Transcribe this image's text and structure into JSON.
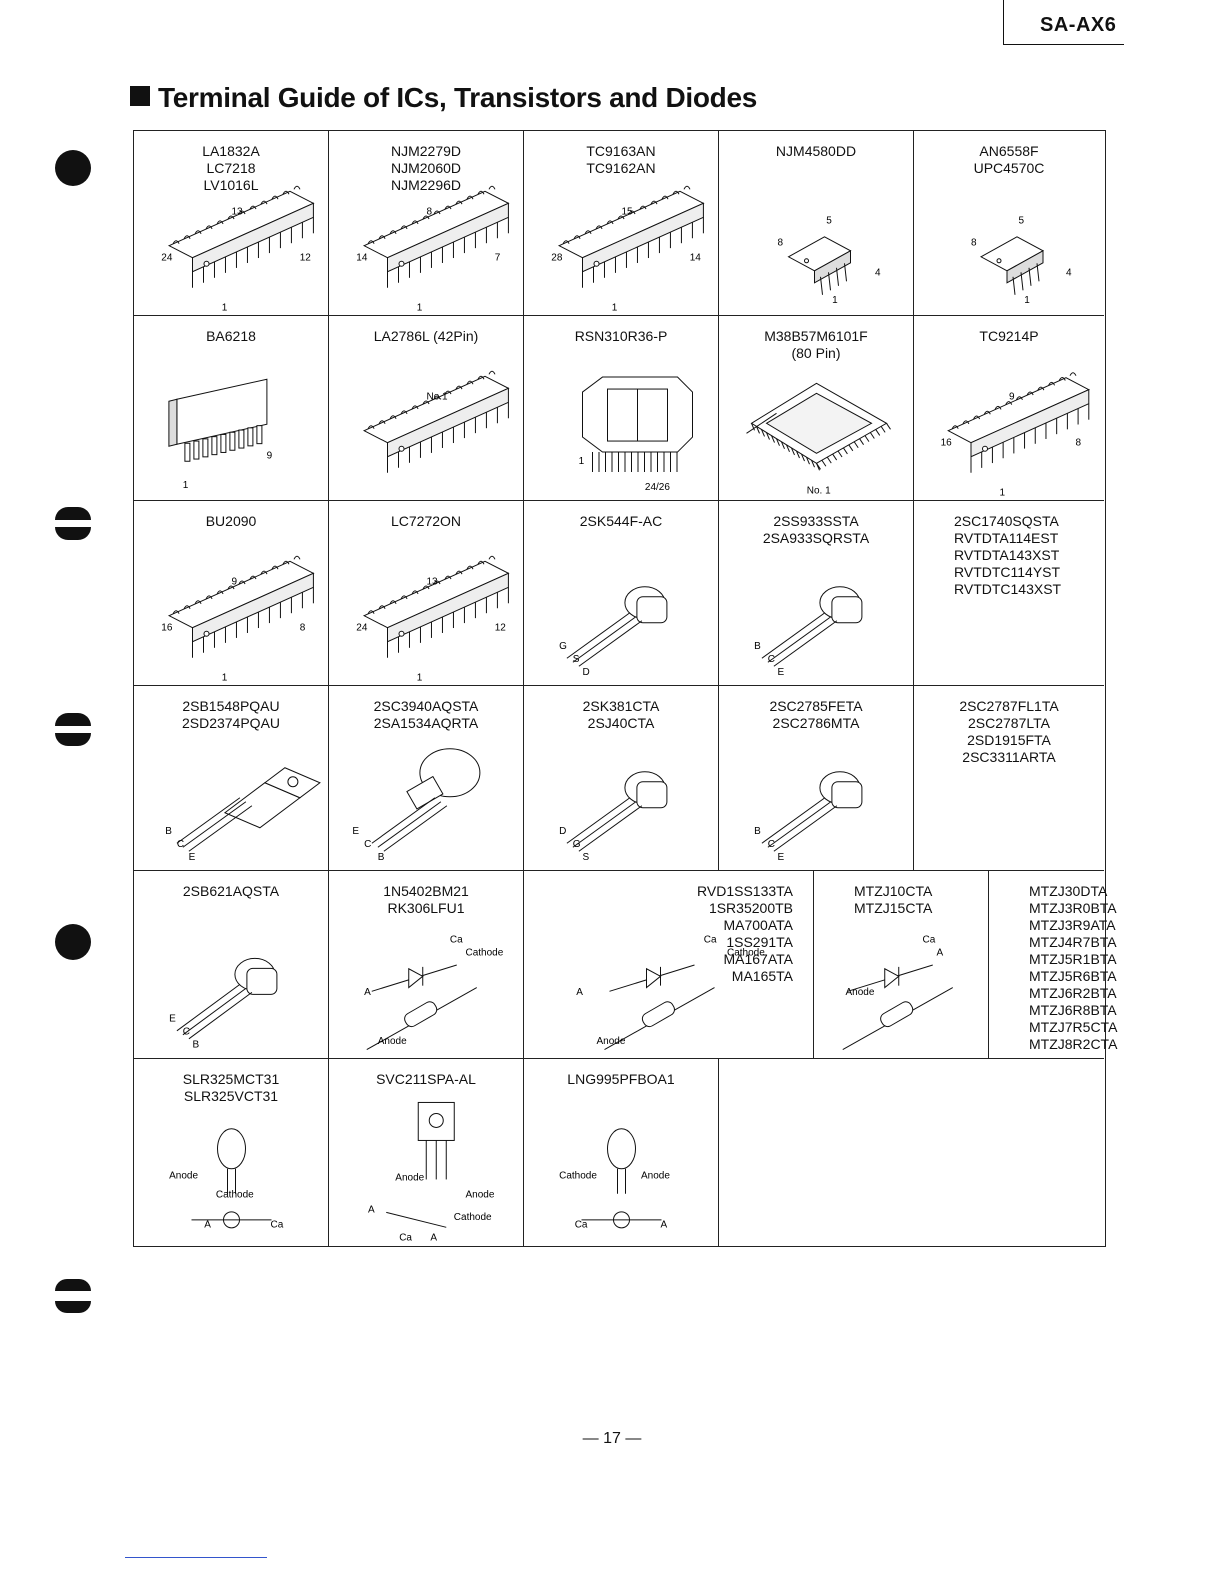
{
  "header": {
    "model": "SA-AX6",
    "title": "Terminal Guide of ICs, Transistors and Diodes"
  },
  "rows": [
    [
      {
        "label": "LA1832A\nLC7218\nLV1016L",
        "pins": [
          "13",
          "24",
          "12",
          "1"
        ]
      },
      {
        "label": "NJM2279D\nNJM2060D\nNJM2296D",
        "pins": [
          "8",
          "14",
          "7",
          "1"
        ]
      },
      {
        "label": "TC9163AN\nTC9162AN",
        "pins": [
          "15",
          "28",
          "14",
          "1"
        ]
      },
      {
        "label": "NJM4580DD",
        "pins": [
          "5",
          "8",
          "4",
          "1"
        ]
      },
      {
        "label": "AN6558F\nUPC4570C",
        "pins": [
          "5",
          "8",
          "4",
          "1"
        ]
      }
    ],
    [
      {
        "label": "BA6218",
        "pins": [
          "1",
          "9"
        ]
      },
      {
        "label": "LA2786L  (42Pin)",
        "pins": [
          "No.1"
        ]
      },
      {
        "label": "RSN310R36-P",
        "pins": [
          "1",
          "24/26"
        ]
      },
      {
        "label": "M38B57M6101F\n(80 Pin)",
        "pins": [
          "No. 1"
        ]
      },
      {
        "label": "TC9214P",
        "pins": [
          "9",
          "16",
          "8",
          "1"
        ]
      }
    ],
    [
      {
        "label": "BU2090",
        "pins": [
          "9",
          "16",
          "8",
          "1"
        ]
      },
      {
        "label": "LC7272ON",
        "pins": [
          "13",
          "24",
          "12",
          "1"
        ]
      },
      {
        "label": "2SK544F-AC",
        "pins": [
          "G",
          "S",
          "D"
        ]
      },
      {
        "label": "2SS933SSTA\n2SA933SQRSTA",
        "pins": [
          "B",
          "C",
          "E"
        ]
      },
      {
        "label": "2SC1740SQSTA\nRVTDTA114EST\nRVTDTA143XST\nRVTDTC114YST\nRVTDTC143XST"
      }
    ],
    [
      {
        "label": "2SB1548PQAU\n2SD2374PQAU",
        "pins": [
          "B",
          "C",
          "E"
        ]
      },
      {
        "label": "2SC3940AQSTA\n2SA1534AQRTA",
        "pins": [
          "E",
          "C",
          "B"
        ]
      },
      {
        "label": "2SK381CTA\n2SJ40CTA",
        "pins": [
          "D",
          "G",
          "S"
        ]
      },
      {
        "label": "2SC2785FETA\n2SC2786MTA",
        "pins": [
          "B",
          "C",
          "E"
        ]
      },
      {
        "label": "2SC2787FL1TA\n2SC2787LTA\n2SD1915FTA\n2SC3311ARTA"
      }
    ],
    [
      {
        "label": "2SB621AQSTA",
        "pins": [
          "E",
          "C",
          "B"
        ]
      },
      {
        "label": "1N5402BM21\nRK306LFU1",
        "pins": [
          "Ca",
          "Cathode",
          "A",
          "Anode"
        ]
      },
      {
        "label": "RVD1SS133TA\n1SR35200TB\nMA700ATA\n1SS291TA\nMA167ATA\nMA165TA",
        "pins": [
          "Ca",
          "Cathode",
          "A",
          "Anode"
        ]
      },
      {
        "label": "MTZJ10CTA\nMTZJ15CTA",
        "pins": [
          "Ca",
          "A",
          "Anode"
        ]
      },
      {
        "label": "MTZJ30DTA\nMTZJ3R0BTA\nMTZJ3R9ATA\nMTZJ4R7BTA\nMTZJ5R1BTA\nMTZJ5R6BTA\nMTZJ6R2BTA\nMTZJ6R8BTA\nMTZJ7R5CTA\nMTZJ8R2CTA"
      }
    ],
    [
      {
        "label": "SLR325MCT31\nSLR325VCT31",
        "pins": [
          "Anode",
          "Cathode",
          "A",
          "Ca"
        ]
      },
      {
        "label": "SVC211SPA-AL",
        "pins": [
          "Anode",
          "Anode",
          "A",
          "Cathode",
          "Ca",
          "A"
        ]
      },
      {
        "label": "LNG995PFBOA1",
        "pins": [
          "Cathode",
          "Anode",
          "Ca",
          "A"
        ]
      },
      {
        "label": ""
      }
    ]
  ],
  "footer": {
    "page": "— 17 —"
  }
}
